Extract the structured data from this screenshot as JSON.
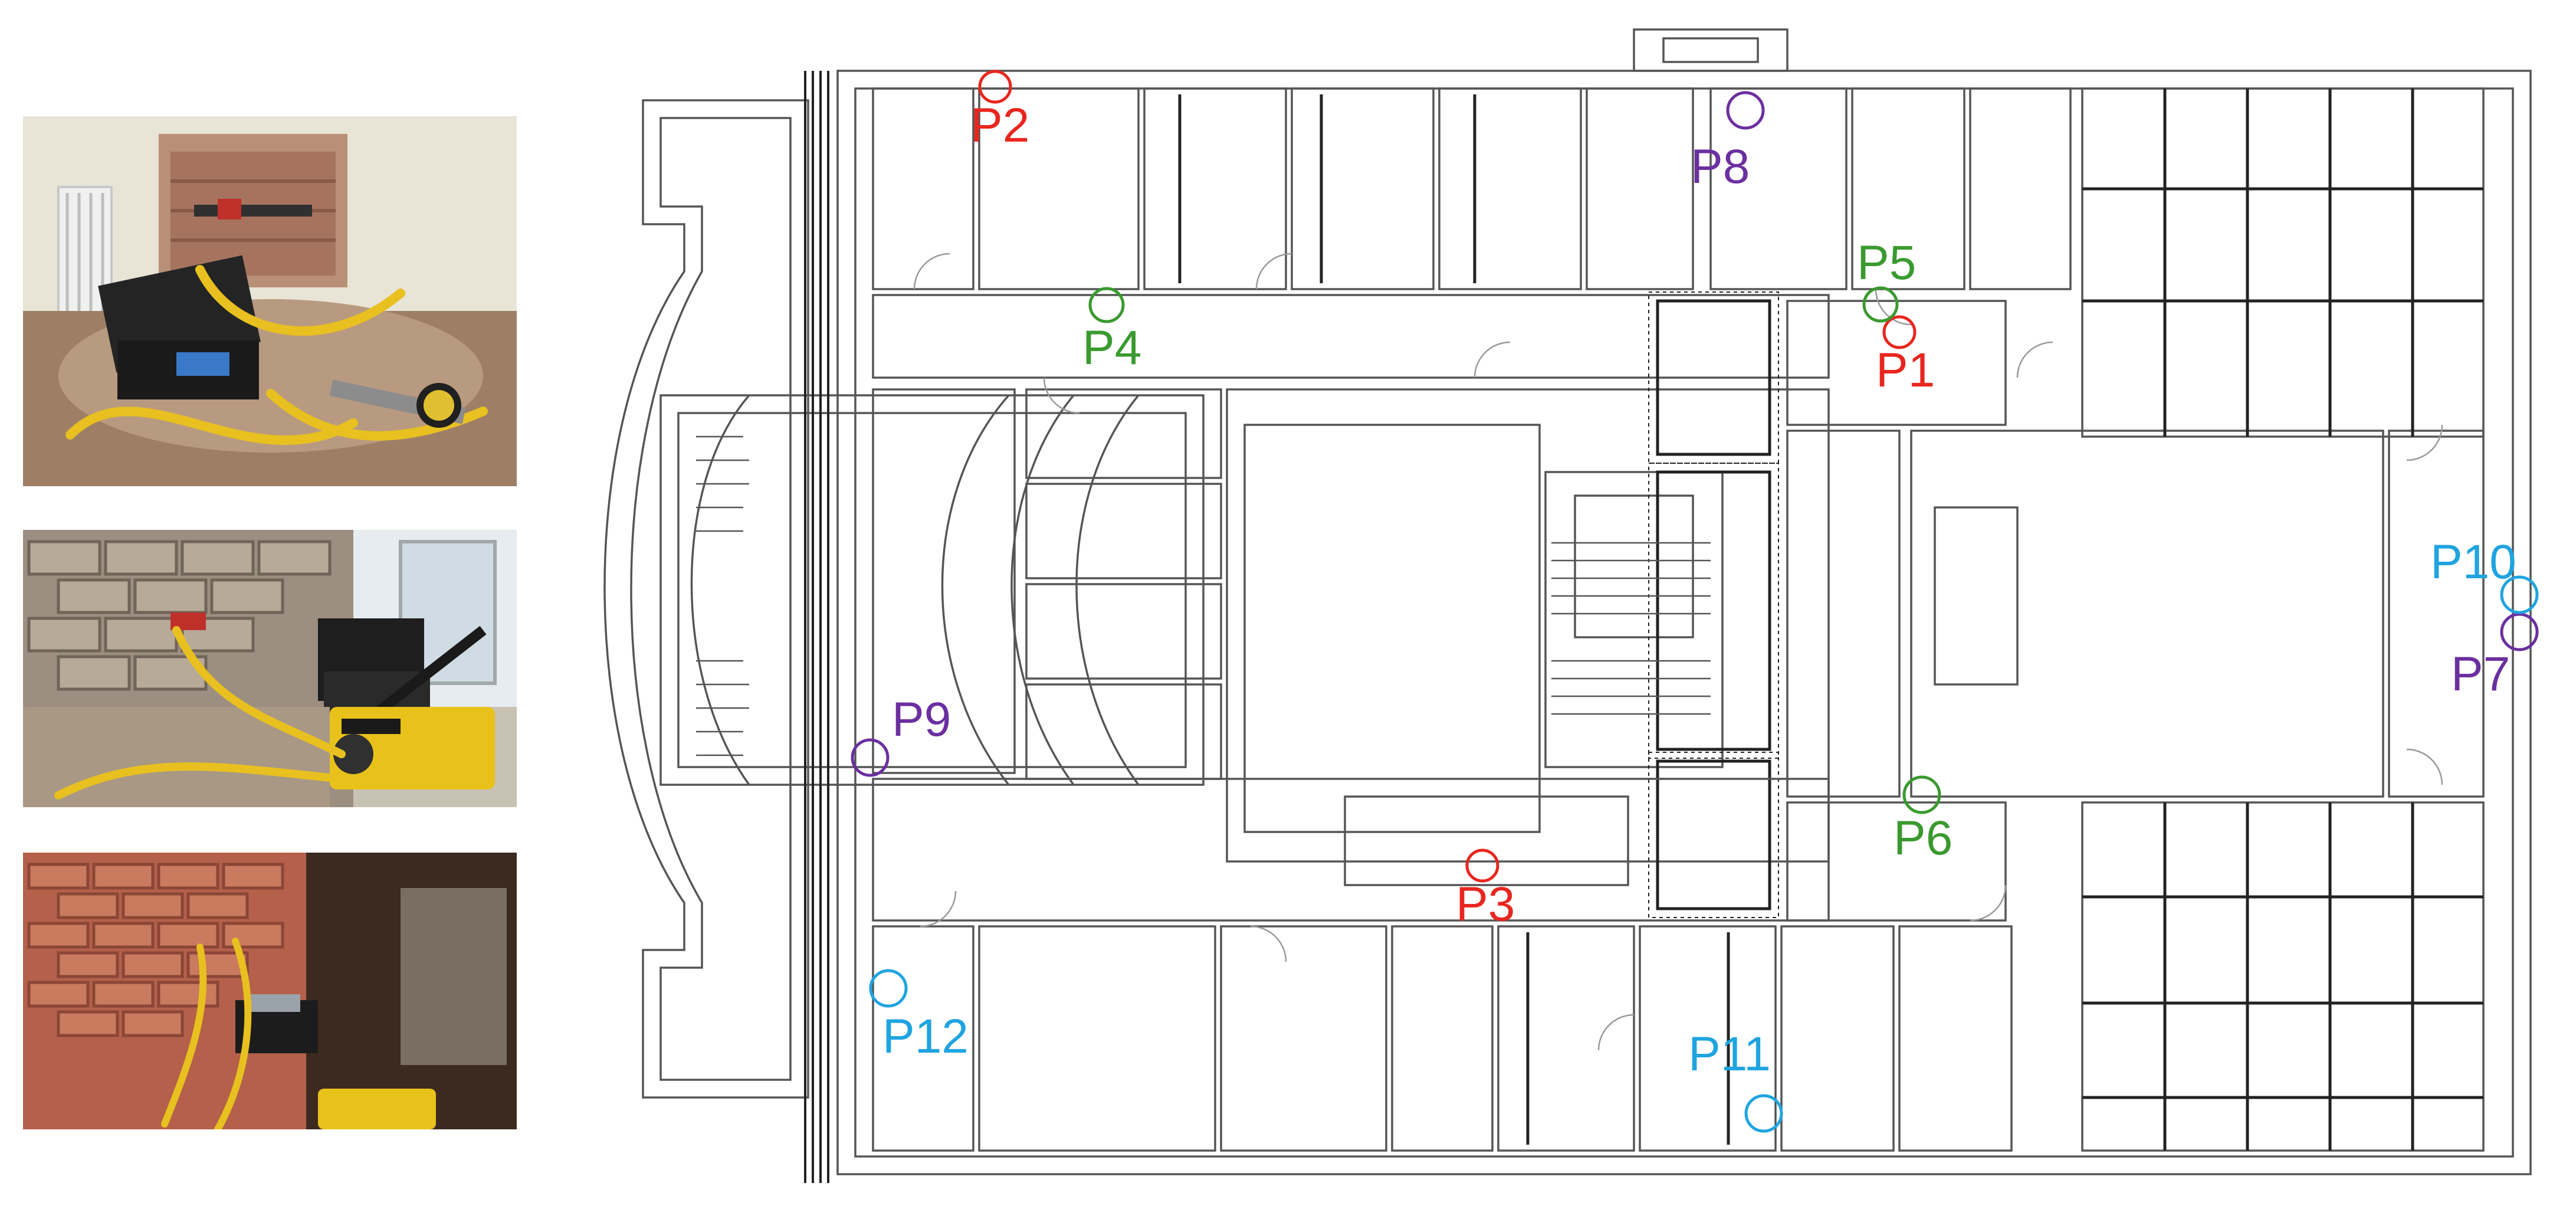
{
  "photos": [
    {
      "id": "photo-1",
      "subject": "test setup in room corner: radiator, open equipment case, yellow hydraulic hoses on rubble"
    },
    {
      "id": "photo-2",
      "subject": "exposed brick wall with flat-jack sensors, open case and yellow hydraulic pump"
    },
    {
      "id": "photo-3",
      "subject": "red brick wall with instrumentation, laptop case and yellow pump in dim room"
    }
  ],
  "colors": {
    "red": "#e8261f",
    "green": "#3a9a2f",
    "purple": "#6b2fa0",
    "cyan": "#1fa4e0",
    "plan_line": "#555555",
    "plan_heavy": "#222222"
  },
  "test_points": [
    {
      "label": "P1",
      "group": "red"
    },
    {
      "label": "P2",
      "group": "red"
    },
    {
      "label": "P3",
      "group": "red"
    },
    {
      "label": "P4",
      "group": "green"
    },
    {
      "label": "P5",
      "group": "green"
    },
    {
      "label": "P6",
      "group": "green"
    },
    {
      "label": "P7",
      "group": "purple"
    },
    {
      "label": "P8",
      "group": "purple"
    },
    {
      "label": "P9",
      "group": "purple"
    },
    {
      "label": "P10",
      "group": "cyan"
    },
    {
      "label": "P11",
      "group": "cyan"
    },
    {
      "label": "P12",
      "group": "cyan"
    }
  ]
}
